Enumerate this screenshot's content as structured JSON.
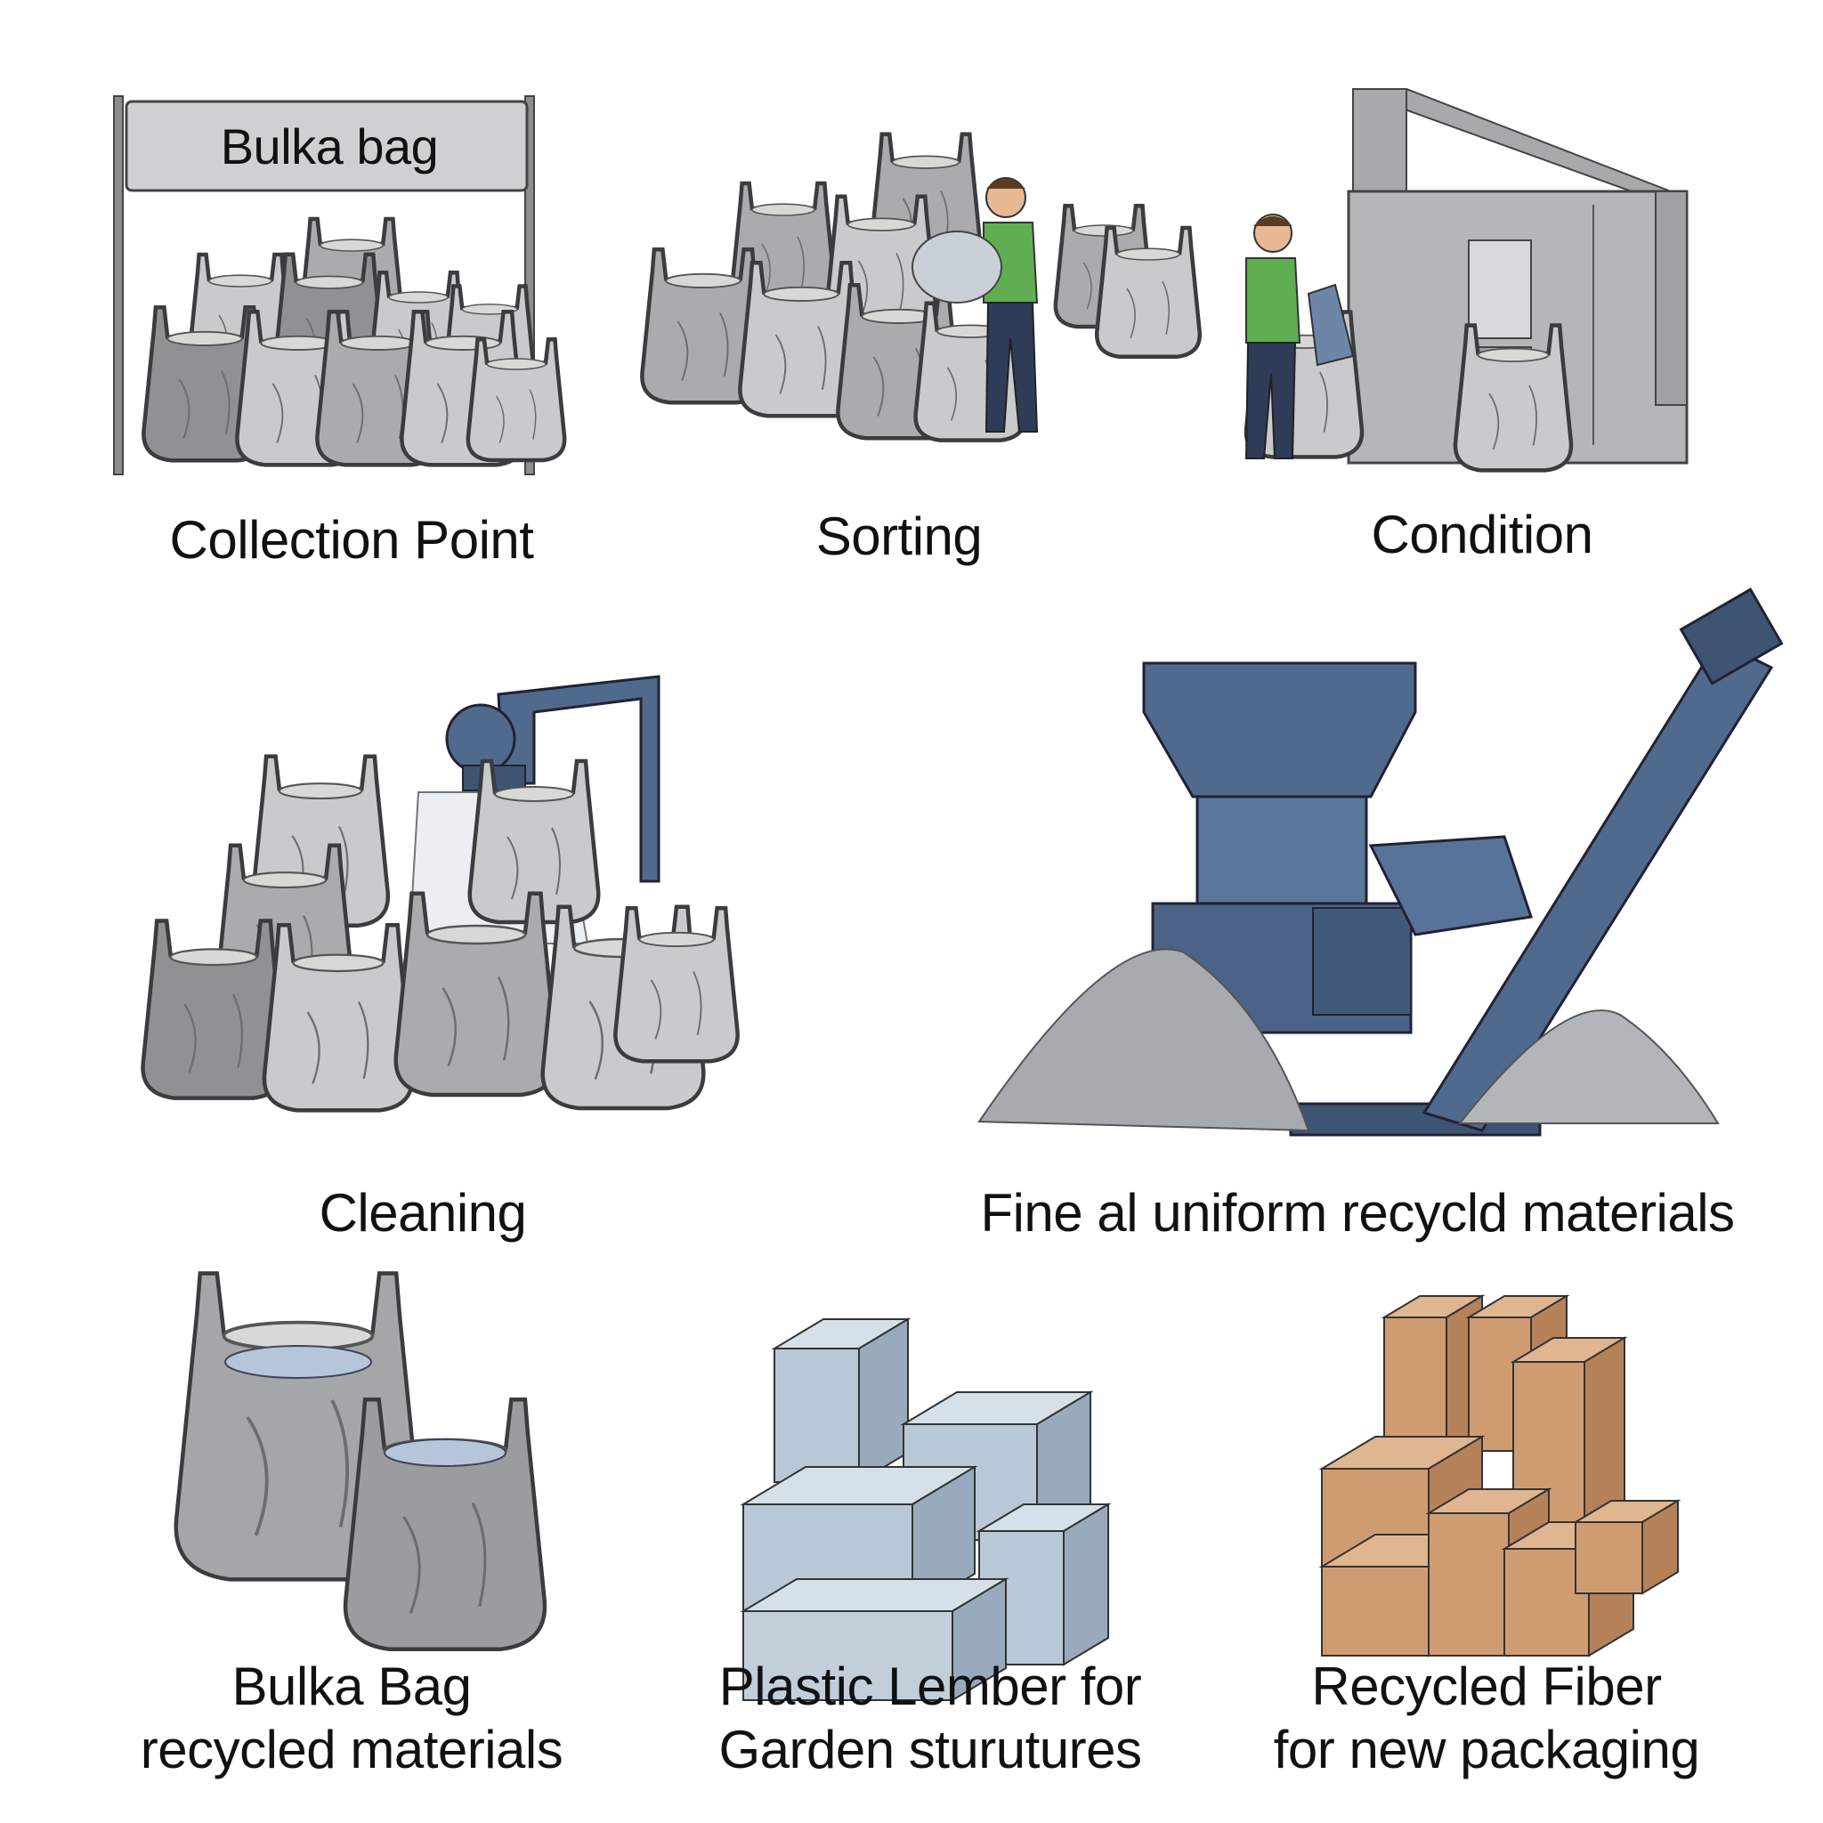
{
  "stages": {
    "collection": {
      "sign": "Bulka bag",
      "label": "Collection Point"
    },
    "sorting": {
      "label": "Sorting"
    },
    "condition": {
      "label": "Condition"
    },
    "cleaning": {
      "label": "Cleaning"
    },
    "shredding": {
      "label": "Fine al uniform recycld materials"
    },
    "output_bags": {
      "label_line1": "Bulka Bag",
      "label_line2": "recycled materials"
    },
    "lumber": {
      "label_line1": "Plastic Lember for",
      "label_line2": "Garden sturutures"
    },
    "fiber": {
      "label_line1": "Recycled Fiber",
      "label_line2": "for new packaging"
    }
  },
  "colors": {
    "bag_dark": "#8f9193",
    "bag_mid": "#a9abad",
    "bag_light": "#c9cacb",
    "machine_gray": "#a7a9ab",
    "machine_blue": "#4f6a8c",
    "shirt_green": "#5fae52",
    "pants_navy": "#2e3c57",
    "block_blue": "#b9c8d6",
    "box_brown": "#cf9c72"
  }
}
